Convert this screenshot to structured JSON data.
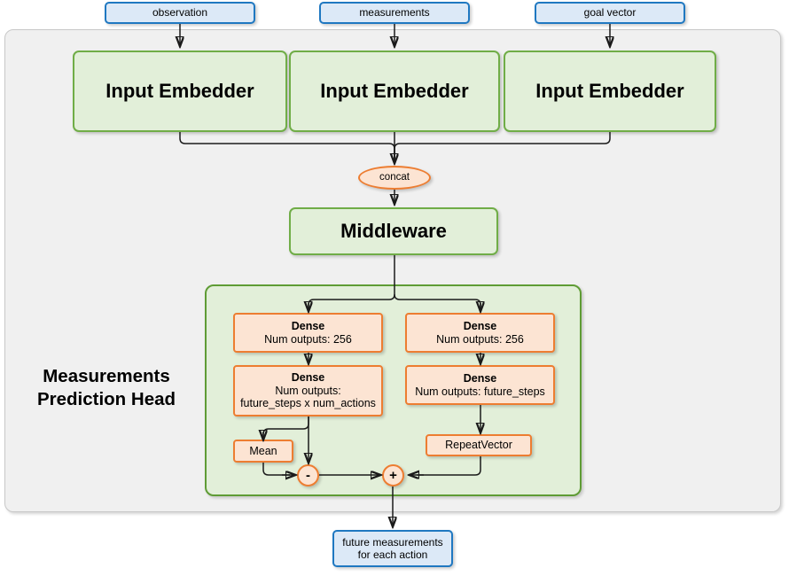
{
  "diagram": {
    "title": "Measurements Prediction Head",
    "section_caption": "Measurements\nPrediction Head",
    "caption_line1": "Measurements",
    "caption_line2": "Prediction Head"
  },
  "inputs": [
    {
      "label": "observation"
    },
    {
      "label": "measurements"
    },
    {
      "label": "goal vector"
    }
  ],
  "embedders": [
    {
      "label": "Input Embedder"
    },
    {
      "label": "Input Embedder"
    },
    {
      "label": "Input Embedder"
    }
  ],
  "concat": {
    "label": "concat"
  },
  "middleware": {
    "label": "Middleware"
  },
  "head": {
    "left_branch": {
      "dense1": {
        "line1": "Dense",
        "line2": "Num outputs: 256"
      },
      "dense2": {
        "line1": "Dense",
        "line2": "Num outputs:",
        "line3": "future_steps x num_actions"
      },
      "mean": {
        "label": "Mean"
      },
      "minus": {
        "label": "-"
      }
    },
    "right_branch": {
      "dense1": {
        "line1": "Dense",
        "line2": "Num outputs: 256"
      },
      "dense2": {
        "line1": "Dense",
        "line2": "Num outputs: future_steps"
      },
      "repeat_vector": {
        "label": "RepeatVector"
      }
    },
    "plus": {
      "label": "+"
    }
  },
  "output": {
    "line1": "future measurements",
    "line2": "for each action"
  },
  "colors": {
    "io_fill": "#dce9f7",
    "io_border": "#1f78c1",
    "module_fill": "#e2efd9",
    "module_border": "#70ad47",
    "op_fill": "#fce4d3",
    "op_border": "#ed7d31",
    "frame_fill": "#f0f0f0",
    "frame_border": "#c8c8c8",
    "wire": "#1a1a1a"
  }
}
